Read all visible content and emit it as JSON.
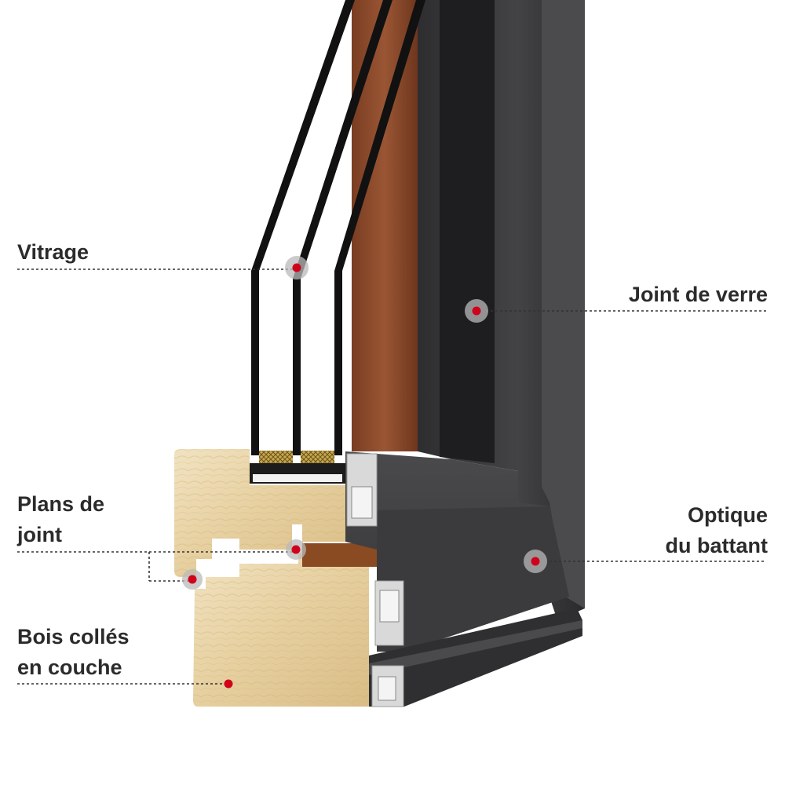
{
  "callouts": {
    "vitrage": {
      "lines": [
        "Vitrage"
      ]
    },
    "joint_de_verre": {
      "lines": [
        "Joint de verre"
      ]
    },
    "plans_de_joint": {
      "lines": [
        "Plans de",
        "joint"
      ]
    },
    "optique_du_battant": {
      "lines": [
        "Optique",
        "du battant"
      ]
    },
    "bois_colles": {
      "lines": [
        "Bois collés",
        "en couche"
      ]
    }
  },
  "colors": {
    "label_text": "#2b2b2b",
    "leader_line": "#333333",
    "marker_dot": "#d0021b",
    "marker_halo": "#b9b9b9",
    "aluminium": "#3a3a3c",
    "glass_pane": "#111111",
    "wood_light": "#e9d6ae",
    "wood_frame": "#8a4a2a",
    "spacer_gold": "#b8963e"
  }
}
